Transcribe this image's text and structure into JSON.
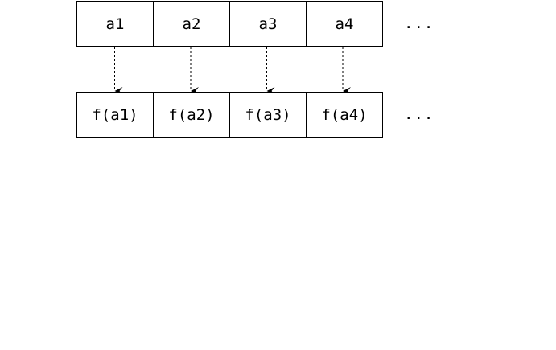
{
  "inputs": {
    "items": [
      "a1",
      "a2",
      "a3",
      "a4"
    ],
    "ellipsis": "..."
  },
  "outputs": {
    "items": [
      "f(a1)",
      "f(a2)",
      "f(a3)",
      "f(a4)"
    ],
    "ellipsis": "..."
  },
  "arrow_style": "dashed"
}
